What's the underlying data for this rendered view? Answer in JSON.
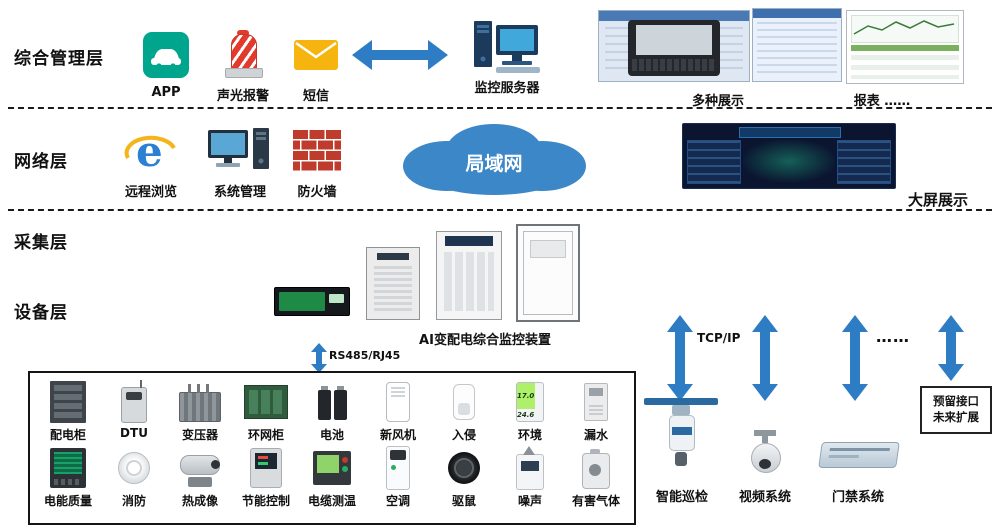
{
  "layers": {
    "management": "综合管理层",
    "network": "网络层",
    "collection": "采集层",
    "device": "设备层"
  },
  "management": {
    "app": "APP",
    "alarm": "声光报警",
    "sms": "短信",
    "server": "监控服务器",
    "displays": "多种展示",
    "reports": "报表 ……"
  },
  "network": {
    "remote": "远程浏览",
    "sysman": "系统管理",
    "firewall": "防火墙",
    "lan": "局域网",
    "bigscreen": "大屏展示"
  },
  "collection": {
    "ai_device": "AI变配电综合监控装置",
    "rs485": "RS485/RJ45"
  },
  "links": {
    "tcpip": "TCP/IP",
    "dots": "……"
  },
  "devices": {
    "row1": [
      "配电柜",
      "DTU",
      "变压器",
      "环网柜",
      "电池",
      "新风机",
      "入侵",
      "环境",
      "漏水"
    ],
    "row2": [
      "电能质量",
      "消防",
      "热成像",
      "节能控制",
      "电缆测温",
      "空调",
      "驱鼠",
      "噪声",
      "有害气体"
    ]
  },
  "systems": {
    "patrol": "智能巡检",
    "video": "视频系统",
    "access": "门禁系统",
    "reserved_line1": "预留接口",
    "reserved_line2": "未来扩展"
  },
  "env": {
    "line1": "17.0",
    "line2": "24.6"
  }
}
